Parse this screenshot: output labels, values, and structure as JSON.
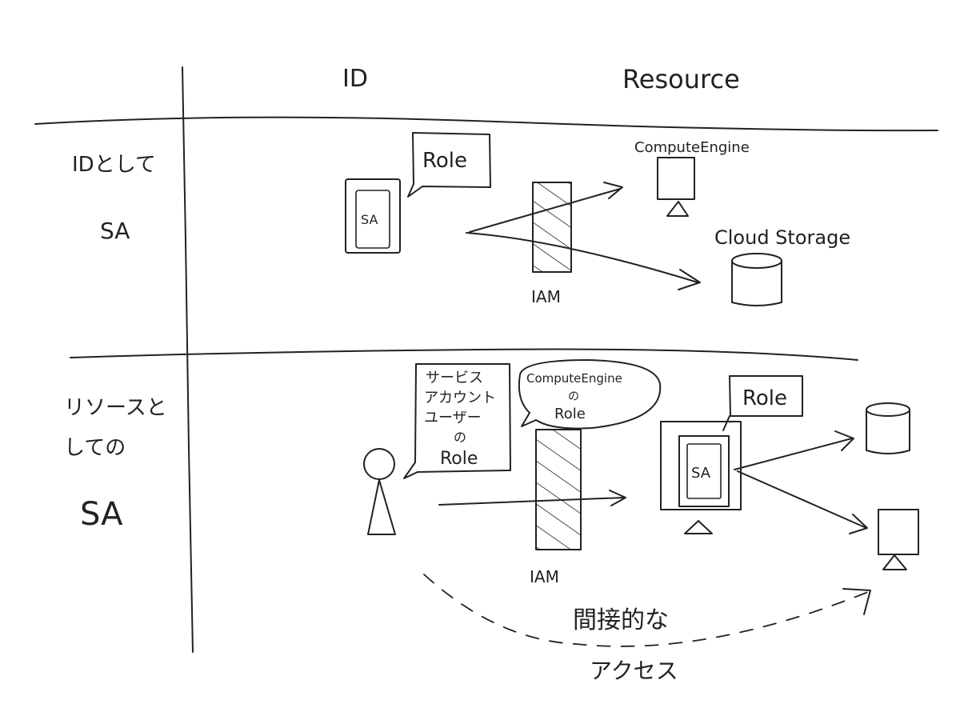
{
  "header": {
    "col_id": "ID",
    "col_resource": "Resource"
  },
  "row1": {
    "label_line1": "IDとして",
    "label_line2": "SA"
  },
  "row2": {
    "label_line1": "リソースと",
    "label_line2": "しての",
    "label_line3": "SA"
  },
  "top": {
    "role_bubble": "Role",
    "sa_card": "SA",
    "iam_label": "IAM",
    "compute_engine_label": "ComputeEngine",
    "cloud_storage_label": "Cloud Storage"
  },
  "bottom": {
    "user_role_bubble": [
      "サービス",
      "アカウント",
      "ユーザー",
      "の",
      "Role"
    ],
    "ce_role_bubble": [
      "ComputeEngine",
      "の",
      "Role"
    ],
    "iam_label": "IAM",
    "role_box": "Role",
    "sa_card": "SA",
    "indirect_access_line1": "間接的な",
    "indirect_access_line2": "アクセス"
  }
}
